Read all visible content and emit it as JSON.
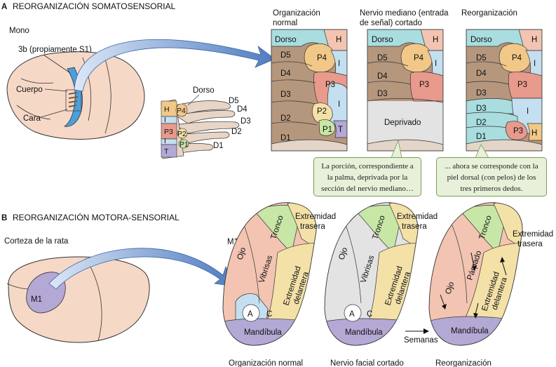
{
  "panel_a": {
    "letter": "A",
    "title": "REORGANIZACIÓN SOMATOSENSORIAL",
    "animal": "Mono",
    "area_label": "3b (propiamente S1)",
    "body_label": "Cuerpo",
    "face_label": "Cara",
    "hand": {
      "dorsum": "Dorso",
      "digits": [
        "D5",
        "D4",
        "D3",
        "D2",
        "D1"
      ],
      "pads": [
        "H",
        "P4",
        "I",
        "P3",
        "I",
        "P2",
        "P1",
        "T"
      ]
    },
    "maps": [
      {
        "title": "Organización normal",
        "labels": [
          "Dorso",
          "H",
          "D5",
          "P4",
          "D4",
          "I",
          "P3",
          "D3",
          "P2",
          "I",
          "D2",
          "P1",
          "T",
          "D1"
        ]
      },
      {
        "title": "Nervio mediano (entrada de señal) cortado",
        "labels": [
          "Dorso",
          "H",
          "D5",
          "P4",
          "I",
          "D4",
          "P3",
          "D3",
          "Deprivado"
        ]
      },
      {
        "title": "Reorganización",
        "labels": [
          "Dorso",
          "H",
          "D5",
          "P4",
          "I",
          "D4",
          "P3",
          "D3",
          "D2",
          "I",
          "D1",
          "P3",
          "H"
        ]
      }
    ],
    "callouts": [
      "La porción, correspondiente a la palma, deprivada por la sección del nervio mediano…",
      "... ahora se corresponde con la piel dorsal (con pelos) de los tres primeros dedos."
    ]
  },
  "panel_b": {
    "letter": "B",
    "title": "REORGANIZACIÓN MOTORA-SENSORIAL",
    "animal": "Corteza de la rata",
    "area_label": "M1",
    "m1_title": "M1",
    "maps": [
      {
        "caption": "Organización normal",
        "labels": [
          "Ojo",
          "Vibrisas",
          "Tronco",
          "Extremidad trasera",
          "Extremidad delantera",
          "A",
          "C",
          "Mandíbula"
        ]
      },
      {
        "caption": "Nervio facial cortado",
        "labels": [
          "Ojo",
          "Vibrisas",
          "Tronco",
          "Extremidad trasera",
          "Extremidad delantera",
          "A",
          "C",
          "Mandíbula"
        ]
      },
      {
        "caption": "Reorganización",
        "labels": [
          "Ojo",
          "Párpado",
          "Tronco",
          "Extremidad trasera",
          "Extremidad delantera",
          "Mandíbula"
        ]
      }
    ],
    "arrow_label": "Semanas"
  },
  "colors": {
    "brown": "#b5977d",
    "orange": "#f1c888",
    "pink": "#e89a8c",
    "blue": "#c4dff0",
    "teal": "#a9dde0",
    "green": "#c8e6a6",
    "yellow": "#f4e1a8",
    "gray": "#e3e3e3",
    "violet": "#b4a8d4",
    "salmon": "#f2c4b1",
    "brain": "#f6d8c6",
    "arrow": "#5a84c0",
    "callout_bg": "#e7f1d9"
  }
}
